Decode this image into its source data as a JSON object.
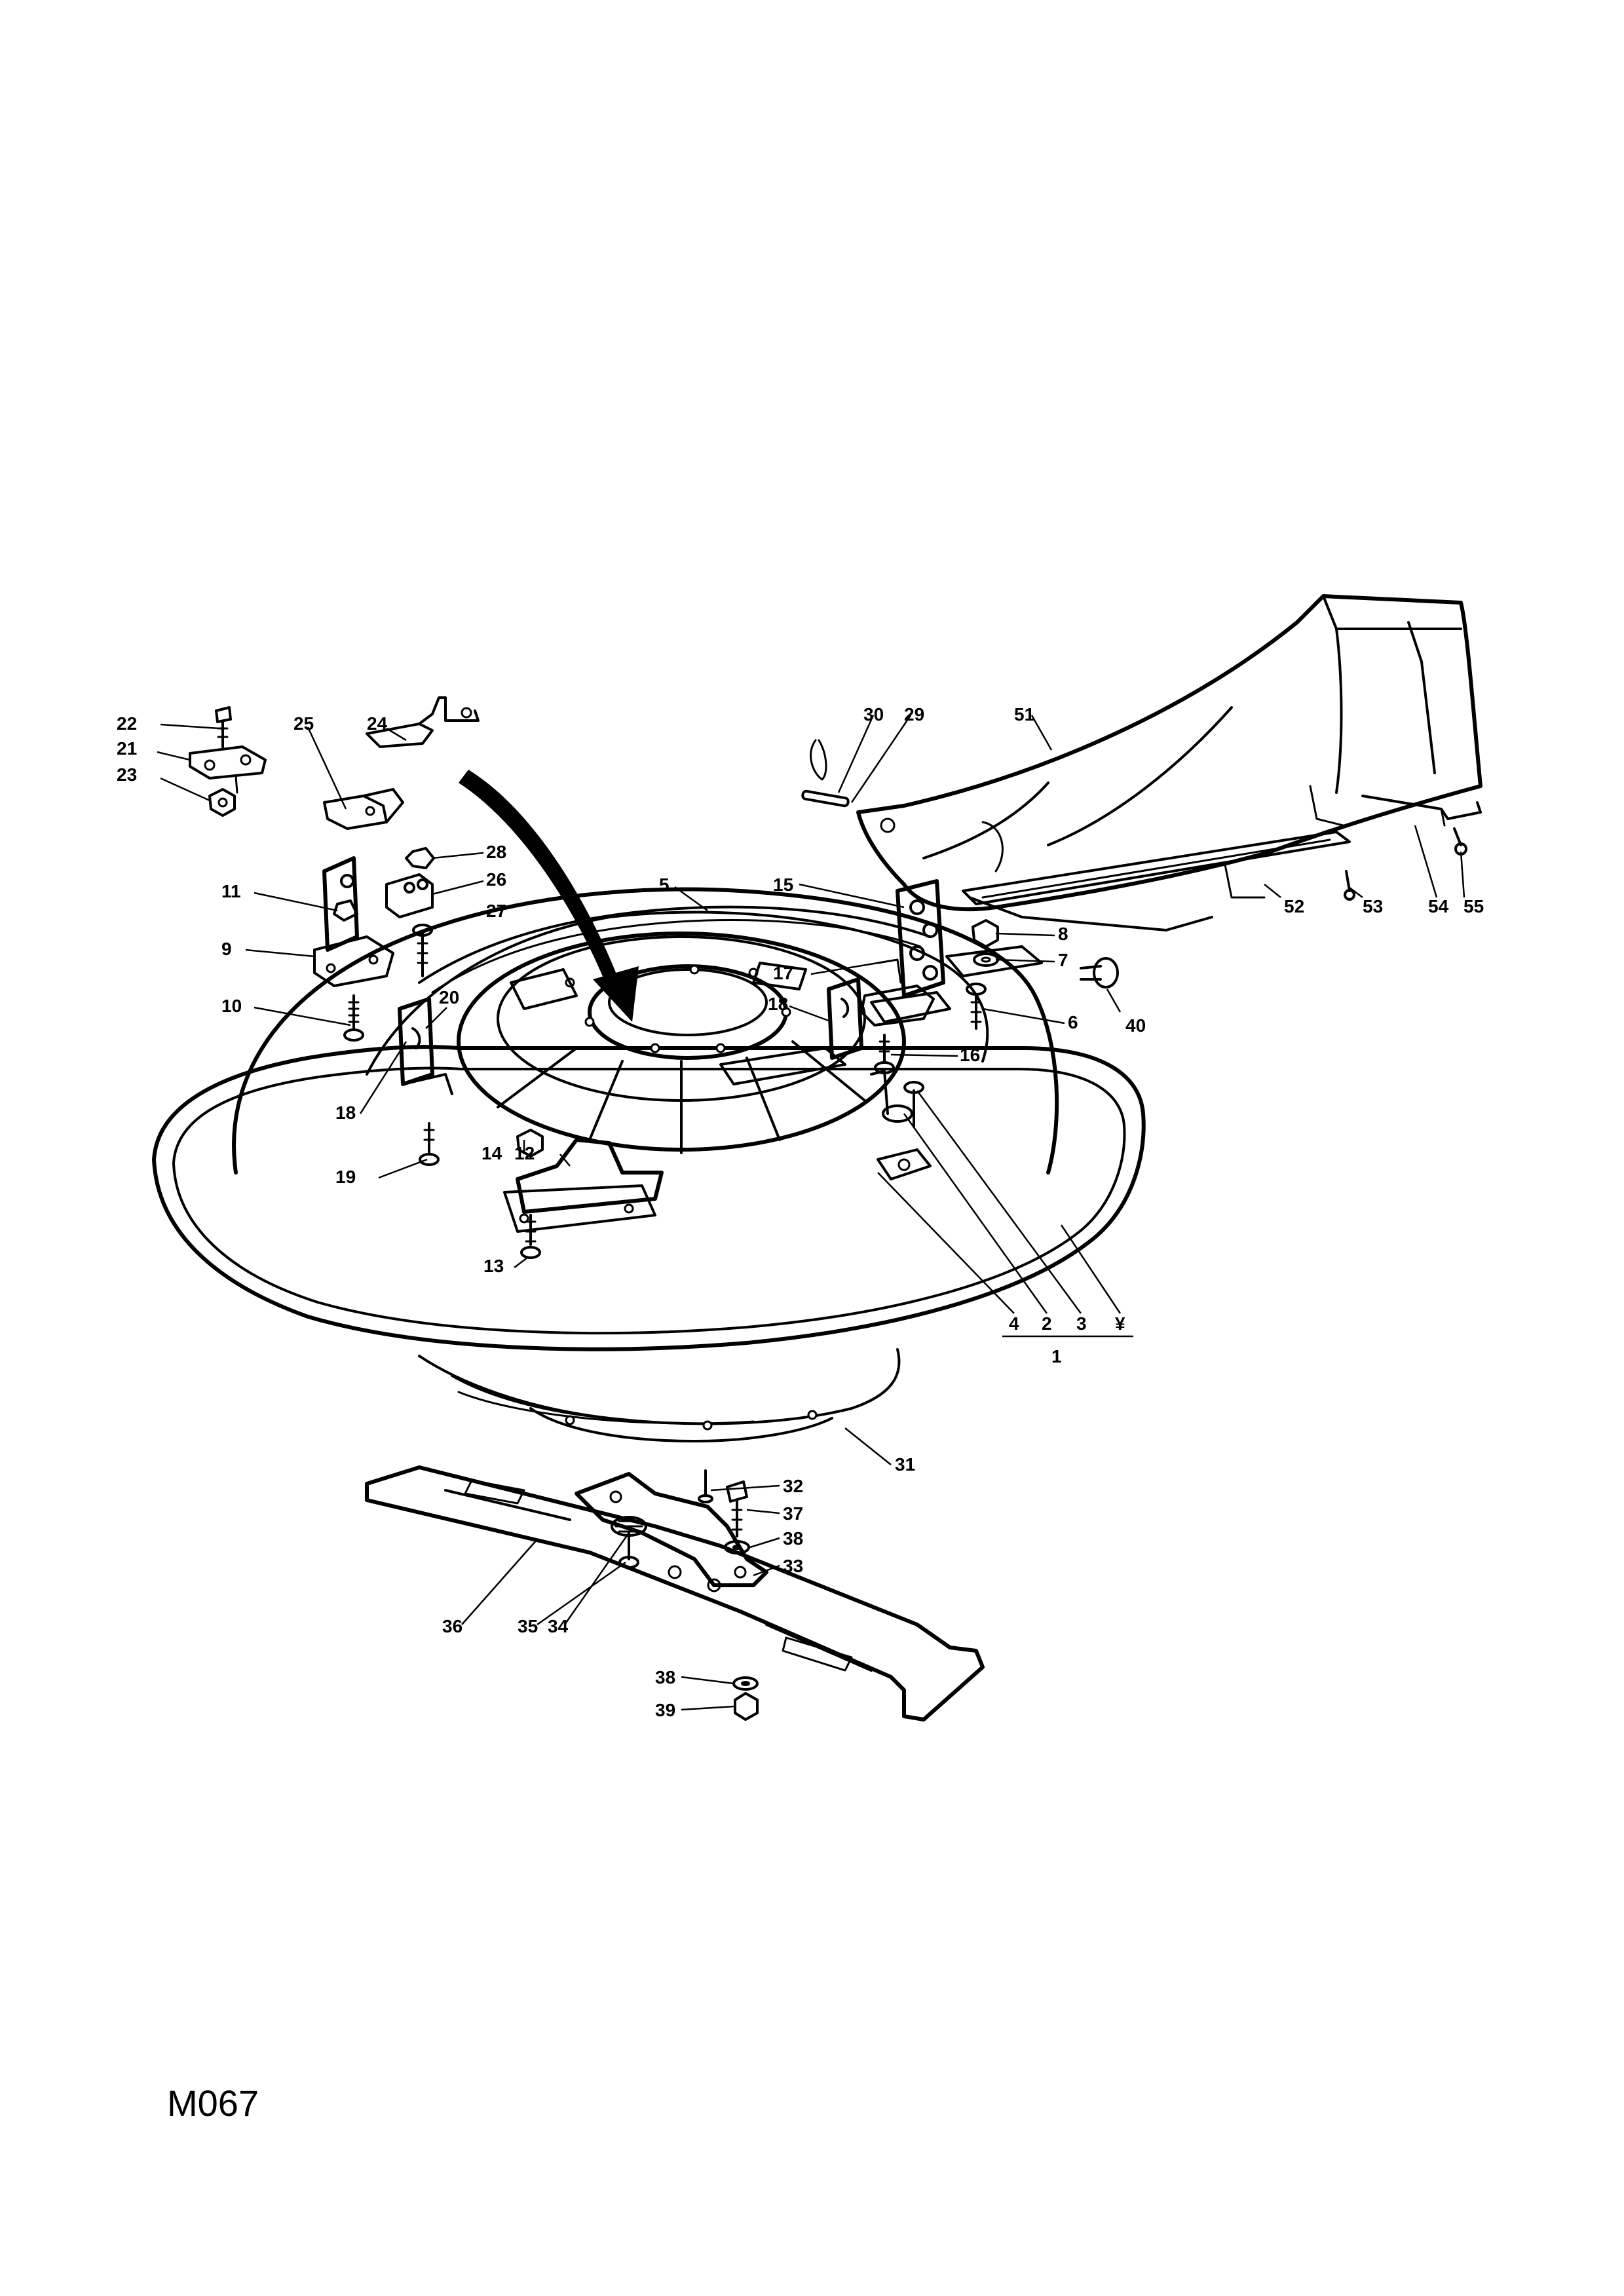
{
  "drawing_code": "M067",
  "callouts": {
    "c1": "1",
    "c2": "2",
    "c3": "3",
    "c4": "4",
    "c5": "5",
    "c6": "6",
    "c7": "7",
    "c8": "8",
    "c9": "9",
    "c10": "10",
    "c11": "11",
    "c12": "12",
    "c13": "13",
    "c14": "14",
    "c15": "15",
    "c16": "16",
    "c17": "17",
    "c18a": "18",
    "c18b": "18",
    "c19": "19",
    "c20": "20",
    "c21": "21",
    "c22": "22",
    "c23": "23",
    "c24": "24",
    "c25": "25",
    "c26": "26",
    "c27": "27",
    "c28": "28",
    "c29": "29",
    "c30": "30",
    "c31": "31",
    "c32": "32",
    "c33": "33",
    "c34": "34",
    "c35": "35",
    "c36": "36",
    "c37": "37",
    "c38a": "38",
    "c38b": "38",
    "c39": "39",
    "c40": "40",
    "c51": "51",
    "c52": "52",
    "c53": "53",
    "c54": "54",
    "c55": "55",
    "cstar": "¥"
  }
}
